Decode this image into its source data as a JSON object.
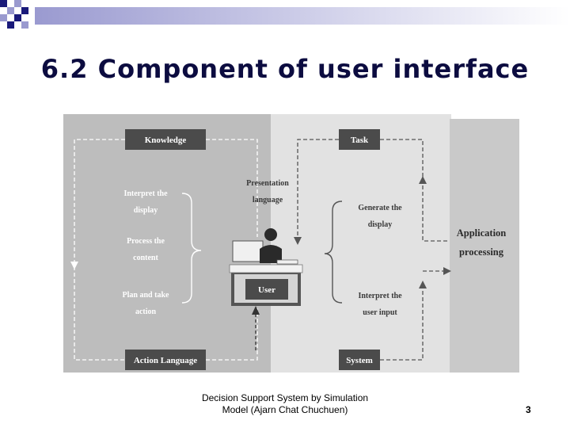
{
  "slide": {
    "title": "6.2 Component of user interface",
    "footer_line1": "Decision Support System by Simulation",
    "footer_line2": "Model (Ajarn Chat Chuchuen)",
    "page_number": "3"
  },
  "diagram": {
    "boxes": {
      "knowledge": "Knowledge",
      "task": "Task",
      "user": "User",
      "action_language": "Action Language",
      "system": "System"
    },
    "left_steps": {
      "interpret_1": "Interpret the",
      "interpret_2": "display",
      "process_1": "Process the",
      "process_2": "content",
      "plan_1": "Plan and take",
      "plan_2": "action"
    },
    "presentation_1": "Presentation",
    "presentation_2": "language",
    "right_steps": {
      "generate_1": "Generate the",
      "generate_2": "display",
      "interpret_1": "Interpret the",
      "interpret_2": "user input"
    },
    "application_1": "Application",
    "application_2": "processing"
  },
  "colors": {
    "title": "#0c0c40",
    "left_panel": "#bdbdbd",
    "right_panel": "#e2e2e2",
    "app_panel": "#c9c9c9",
    "box_fill": "#4b4b4b"
  }
}
